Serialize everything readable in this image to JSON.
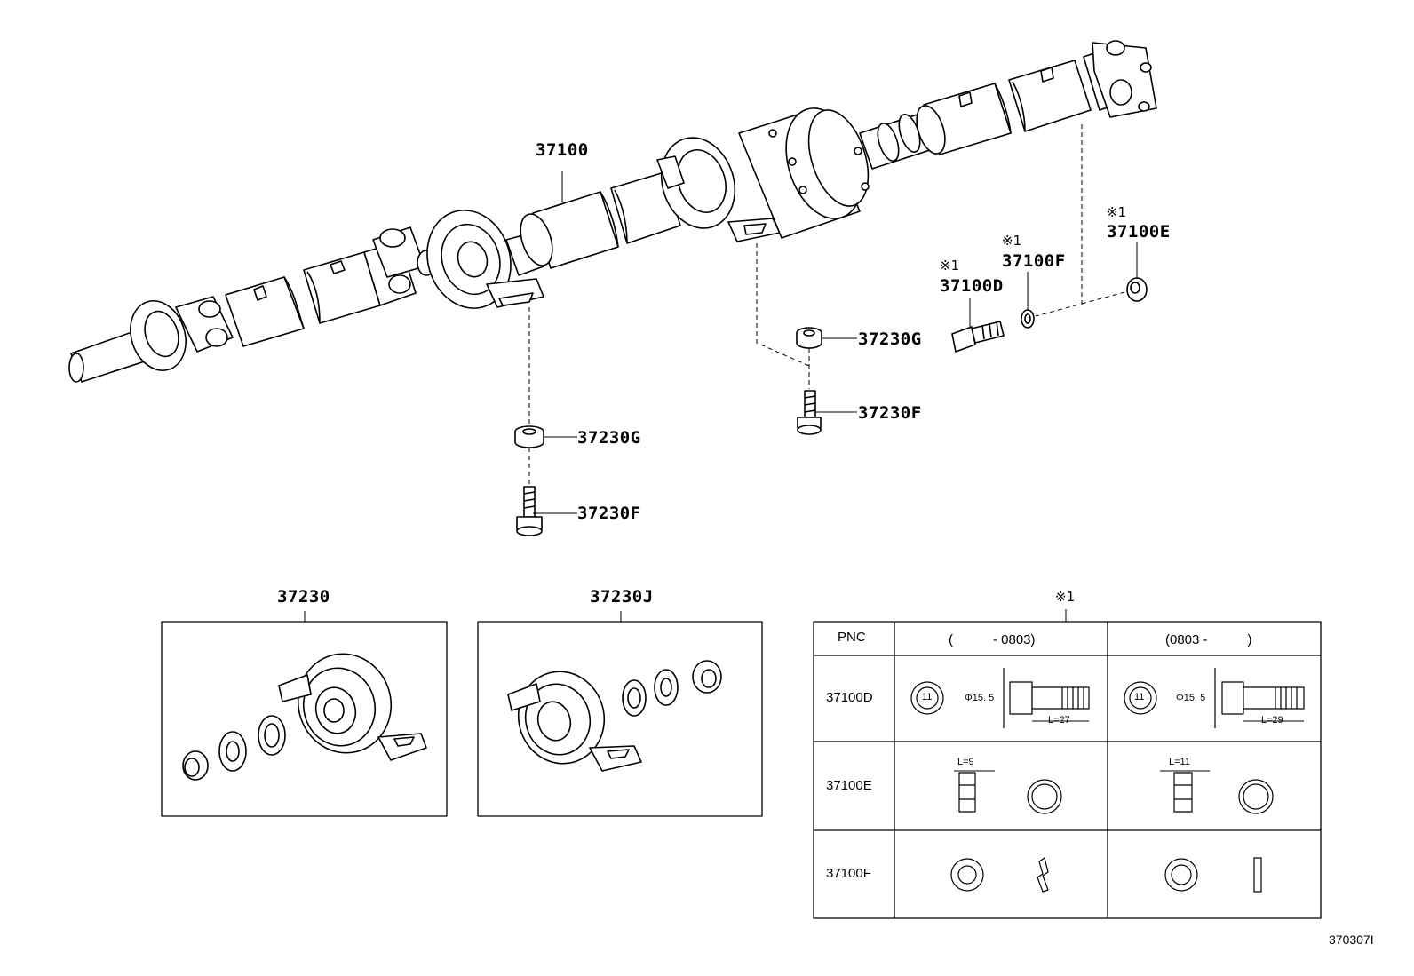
{
  "callouts": {
    "c37100": "37100",
    "c37230G_left": "37230G",
    "c37230F_left": "37230F",
    "c37230G_right": "37230G",
    "c37230F_right": "37230F",
    "c37100D": "37100D",
    "c37100F": "37100F",
    "c37100E": "37100E",
    "mark": "※1"
  },
  "kits": {
    "kit_a": "37230",
    "kit_b": "37230J"
  },
  "table": {
    "note": "※1",
    "header": {
      "pnc": "PNC",
      "col1": "(　　　- 0803)",
      "col2": "(0803 -　　　)"
    },
    "rows": [
      {
        "pnc": "37100D"
      },
      {
        "pnc": "37100E"
      },
      {
        "pnc": "37100F"
      }
    ],
    "dims": {
      "dia1": "Φ15. 5",
      "len1": "L=27",
      "dia2": "Φ15. 5",
      "len2": "L=29",
      "nut1": "L=9",
      "nut2": "L=11",
      "mark1": "11",
      "mark2": "11"
    }
  },
  "figure_ref": "370307I"
}
